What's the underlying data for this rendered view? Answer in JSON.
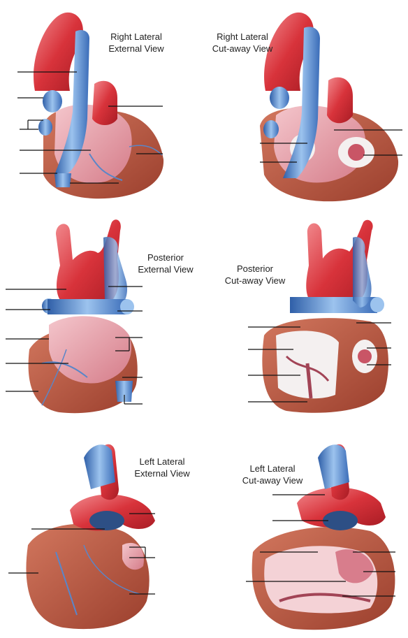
{
  "panels": [
    {
      "title_line1": "Right Lateral",
      "title_line2": "External View"
    },
    {
      "title_line1": "Right Lateral",
      "title_line2": "Cut-away View"
    },
    {
      "title_line1": "Posterior",
      "title_line2": "External View"
    },
    {
      "title_line1": "Posterior",
      "title_line2": "Cut-away View"
    },
    {
      "title_line1": "Left Lateral",
      "title_line2": "External View"
    },
    {
      "title_line1": "Left Lateral",
      "title_line2": "Cut-away View"
    }
  ],
  "colors": {
    "artery_red": "#d8333b",
    "artery_highlight": "#f08a8e",
    "vein_blue": "#4a80c8",
    "vein_highlight": "#9cc3ee",
    "muscle_pink": "#e9a3ad",
    "muscle_brown": "#b5553f",
    "chamber_white": "#f4f0f0",
    "leader_line": "#111111"
  }
}
